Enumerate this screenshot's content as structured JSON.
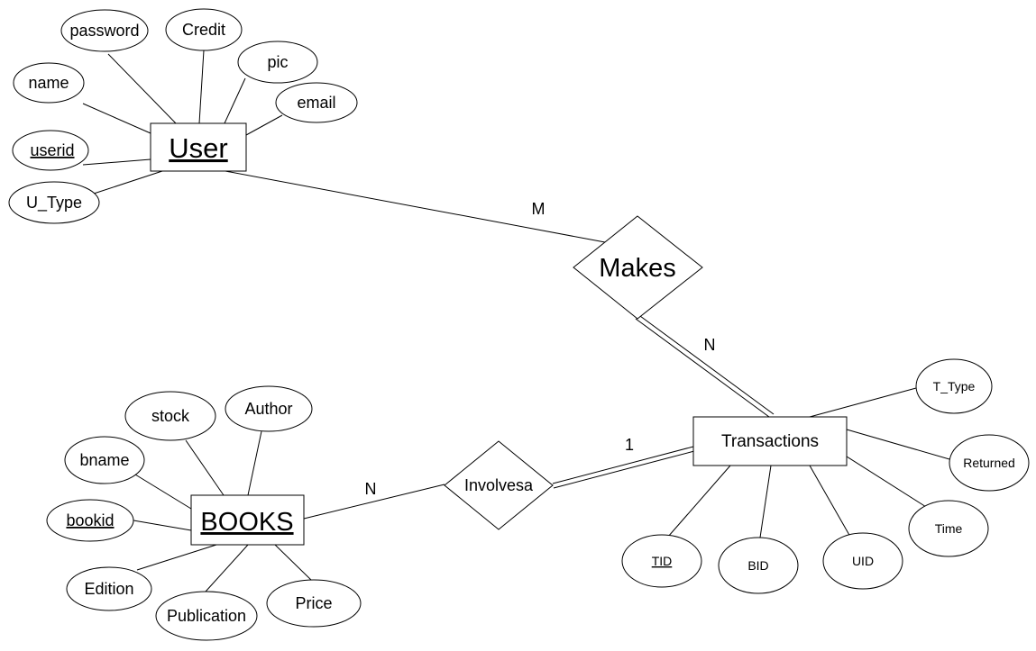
{
  "entities": {
    "user": {
      "label": "User",
      "key": true
    },
    "books": {
      "label": "BOOKS",
      "key": true
    },
    "transactions": {
      "label": "Transactions",
      "key": false
    }
  },
  "relationships": {
    "makes": {
      "label": "Makes"
    },
    "involvesa": {
      "label": "Involvesa"
    }
  },
  "cardinalities": {
    "user_makes": "M",
    "makes_transactions": "N",
    "books_involvesa": "N",
    "involvesa_transactions": "1"
  },
  "attributes": {
    "user": {
      "password": "password",
      "credit": "Credit",
      "pic": "pic",
      "name": "name",
      "email": "email",
      "userid": "userid",
      "u_type": "U_Type"
    },
    "books": {
      "stock": "stock",
      "author": "Author",
      "bname": "bname",
      "bookid": "bookid",
      "edition": "Edition",
      "publication": "Publication",
      "price": "Price"
    },
    "transactions": {
      "t_type": "T_Type",
      "returned": "Returned",
      "time": "Time",
      "tid": "TID",
      "bid": "BID",
      "uid": "UID"
    }
  }
}
